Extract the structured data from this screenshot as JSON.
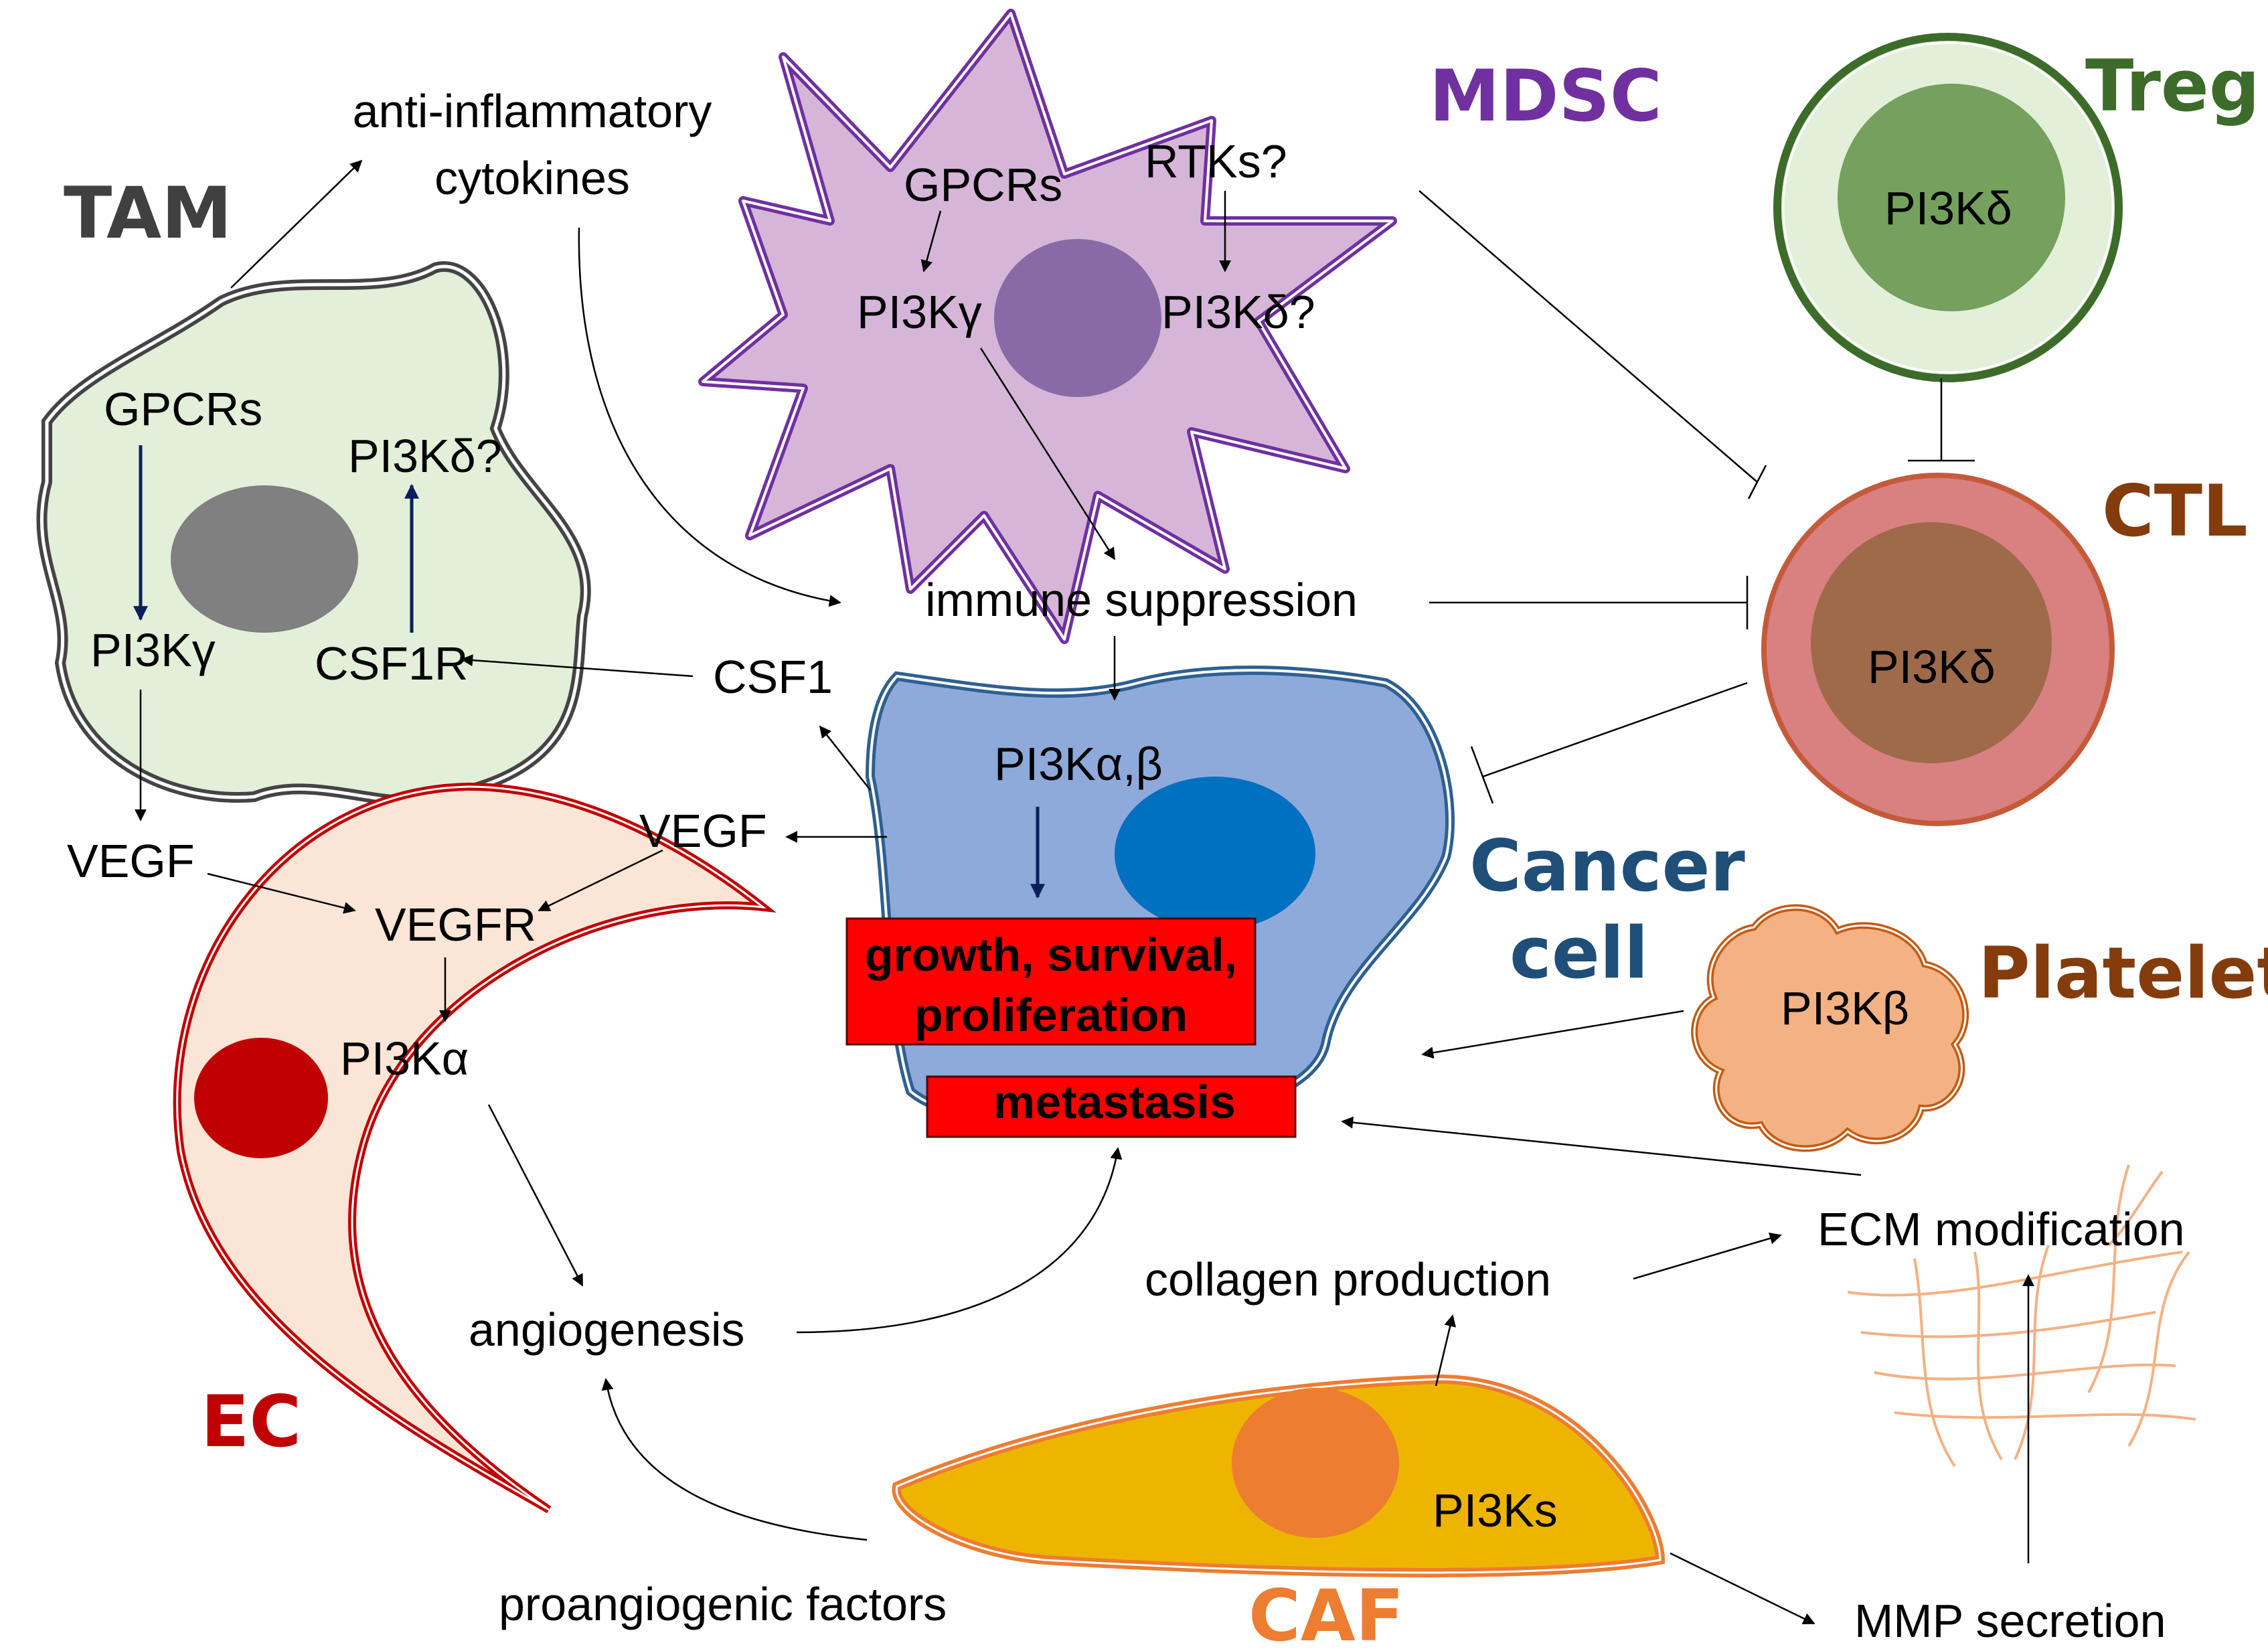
{
  "cells": {
    "tam": {
      "name": "TAM",
      "name_color": "#404040",
      "fill": "#e2efd9",
      "gpcrs": "GPCRs",
      "pi3kd": "PI3Kδ?",
      "pi3kg": "PI3Kγ",
      "csf1r": "CSF1R"
    },
    "mdsc": {
      "name": "MDSC",
      "name_color": "#7030a0",
      "fill": "#d5b6d8",
      "gpcrs": "GPCRs",
      "rtks": "RTKs?",
      "pi3kg": "PI3Kγ",
      "pi3kd": "PI3Kδ?"
    },
    "treg": {
      "name": "Treg",
      "name_color": "#3d6b2a",
      "fill": "#e2efd9",
      "pi3kd": "PI3Kδ"
    },
    "ctl": {
      "name": "CTL",
      "name_color": "#843c0c",
      "fill": "#d98080",
      "pi3kd": "PI3Kδ"
    },
    "cancer": {
      "name_line1": "Cancer",
      "name_line2": "cell",
      "name_color": "#1f4e79",
      "fill": "#8eaadb",
      "pi3k": "PI3Kα,β",
      "box1_line1": "growth, survival,",
      "box1_line2": "proliferation",
      "box2": "metastasis",
      "box_color": "#ff0000"
    },
    "platelet": {
      "name": "Platelet",
      "name_color": "#843c0c",
      "fill": "#f4b183",
      "pi3kb": "PI3Kβ"
    },
    "ec": {
      "name": "EC",
      "name_color": "#c00000",
      "fill": "#fbe5d6",
      "vegfr": "VEGFR",
      "pi3ka": "PI3Kα"
    },
    "caf": {
      "name": "CAF",
      "name_color": "#ed7d31",
      "fill": "#eeb500",
      "pi3ks": "PI3Ks"
    }
  },
  "labels": {
    "anti_inflammatory_line1": "anti-inflammatory",
    "anti_inflammatory_line2": "cytokines",
    "immune_suppression": "immune suppression",
    "csf1": "CSF1",
    "vegf_left": "VEGF",
    "vegf_center": "VEGF",
    "angiogenesis": "angiogenesis",
    "collagen_production": "collagen production",
    "ecm_modification": "ECM modification",
    "proangiogenic_factors": "proangiogenic factors",
    "mmp_secretion": "MMP secretion"
  }
}
